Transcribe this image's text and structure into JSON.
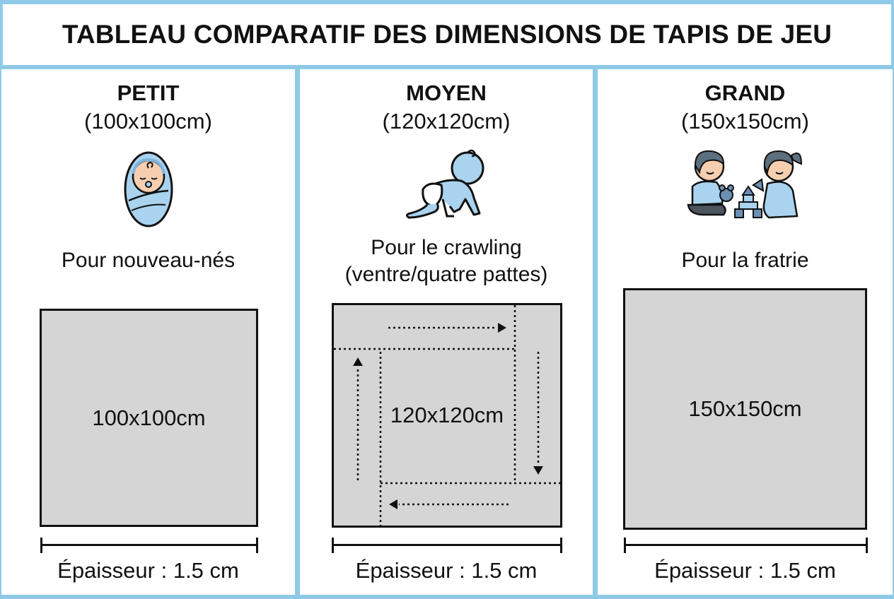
{
  "header": {
    "title": "TABLEAU COMPARATIF DES DIMENSIONS DE TAPIS DE JEU"
  },
  "colors": {
    "frame_blue": "#8ecae6",
    "mat_gray": "#d5d5d5",
    "icon_blue": "#a9d3ee",
    "icon_blue_dark": "#7fb6e0",
    "skin": "#f6cfb0",
    "outline": "#111111"
  },
  "columns": [
    {
      "name": "PETIT",
      "dims": "(100x100cm)",
      "icon": "swaddled-newborn-icon",
      "caption_lines": [
        "Pour nouveau-nés"
      ],
      "mat_label": "100x100cm",
      "thickness": "Épaisseur : 1.5 cm"
    },
    {
      "name": "MOYEN",
      "dims": "(120x120cm)",
      "icon": "crawling-baby-icon",
      "caption_lines": [
        "Pour le crawling",
        "(ventre/quatre pattes)"
      ],
      "mat_label": "120x120cm",
      "mat_overlay": "dotted-crawl-path-arrows",
      "thickness": "Épaisseur : 1.5 cm"
    },
    {
      "name": "GRAND",
      "dims": "(150x150cm)",
      "icon": "siblings-playing-icon",
      "caption_lines": [
        "Pour la fratrie"
      ],
      "mat_label": "150x150cm",
      "thickness": "Épaisseur : 1.5 cm"
    }
  ]
}
